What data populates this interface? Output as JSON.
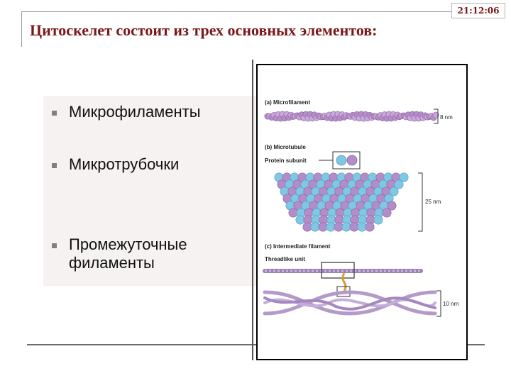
{
  "clock": "21:12:06",
  "title": "Цитоскелет состоит из трех основных элементов:",
  "items": [
    {
      "text": "Микрофиламенты"
    },
    {
      "text": "Микротрубочки"
    },
    {
      "text": "Промежуточные филаменты"
    }
  ],
  "figure": {
    "microfilament_label": "(a) Microfilament",
    "microfilament_size": "8 nm",
    "microtubule_label": "(b) Microtubule",
    "protein_subunit_label": "Protein subunit",
    "microtubule_size": "25 nm",
    "intermediate_label": "(c) Intermediate filament",
    "threadlike_label": "Threadlike unit",
    "intermediate_size": "10 nm"
  },
  "colors": {
    "title": "#7a1818",
    "listbox_bg": "#f6f2f2",
    "purple": "#b48cc8",
    "blue": "#7ec8e6",
    "rope": "#b49ac8"
  }
}
